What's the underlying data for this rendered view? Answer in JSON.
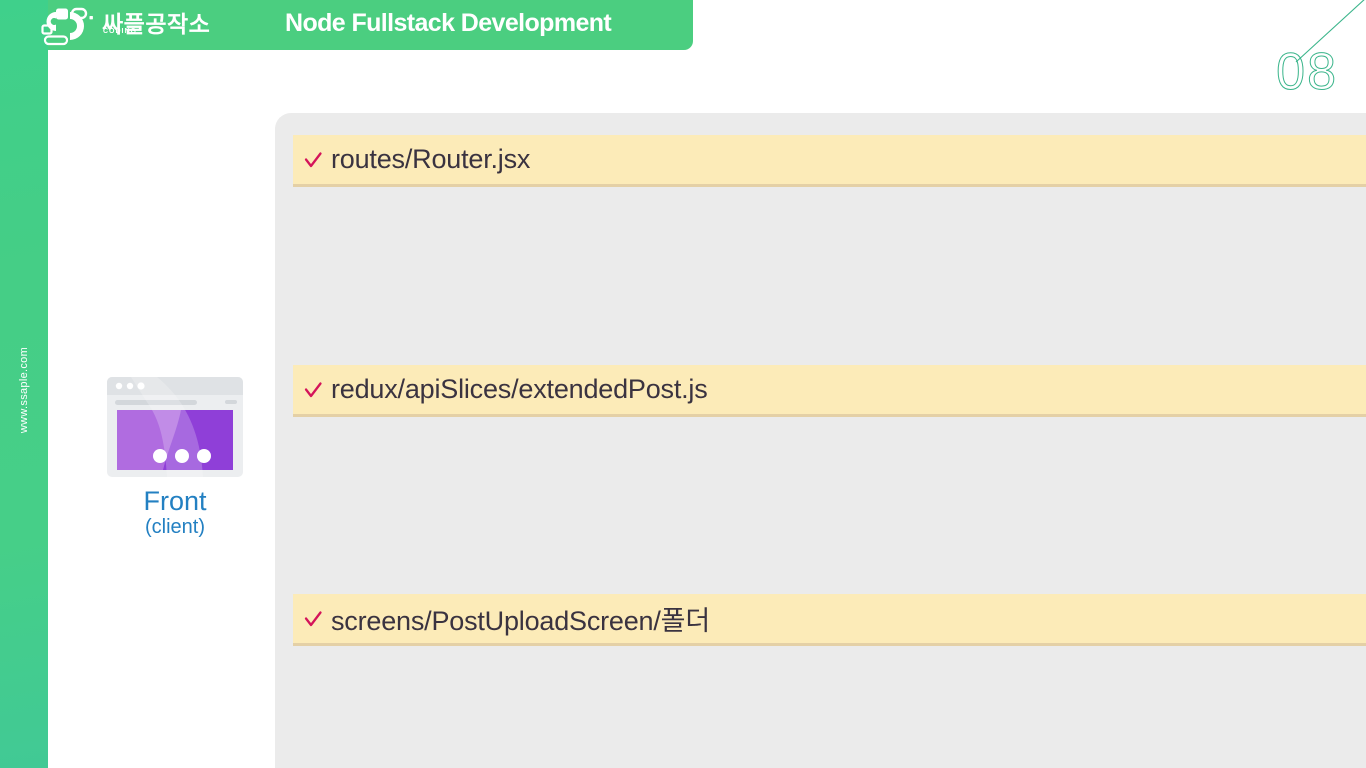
{
  "header": {
    "title": "Node Fullstack Development",
    "logo_text": "싸플공작소",
    "logo_sub": "CODING",
    "logo_icon": "ssaple-magnet-logo-icon"
  },
  "sidebar": {
    "url": "www.ssaple.com"
  },
  "page": {
    "number": "08"
  },
  "left_panel": {
    "icon": "browser-window-icon",
    "label": "Front",
    "sublabel": "(client)"
  },
  "content": {
    "items": [
      {
        "check_icon": "check-icon",
        "text": "routes/Router.jsx"
      },
      {
        "check_icon": "check-icon",
        "text": "redux/apiSlices/extendedPost.js"
      },
      {
        "check_icon": "check-icon",
        "text": "screens/PostUploadScreen/폴더"
      }
    ]
  },
  "colors": {
    "brand_green": "#4bce80",
    "sidebar_green": "#43cd88",
    "panel_gray": "#ebebeb",
    "item_yellow": "#fcebb8",
    "check_crimson": "#d4145a",
    "front_blue": "#2380c2",
    "page_num_teal": "#3bb58b"
  }
}
